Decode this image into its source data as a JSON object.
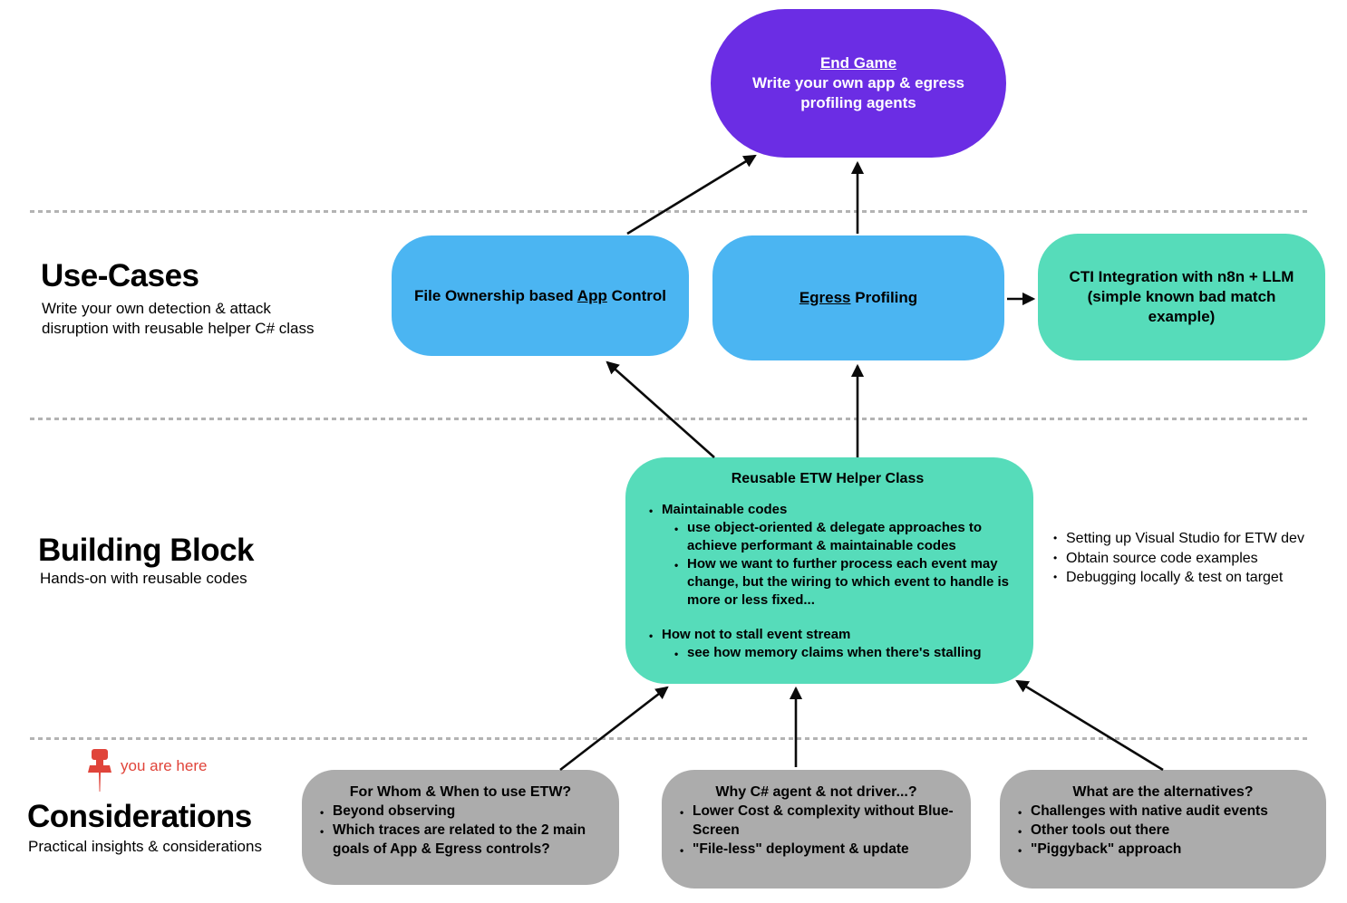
{
  "colors": {
    "end_game_purple": "#6B2DE4",
    "use_case_blue": "#4BB5F2",
    "teal": "#56DCBA",
    "gray": "#ACACAC",
    "here_red": "#E0443A"
  },
  "end_game": {
    "title": "End Game",
    "line1": "Write your own app & egress",
    "line2": "profiling agents"
  },
  "use_cases": {
    "heading": "Use-Cases",
    "subtitle_line1": "Write your own detection & attack",
    "subtitle_line2": "disruption with reusable helper C# class",
    "file_ownership": {
      "pre": "File Ownership based ",
      "underlined": "App",
      "post": " Control"
    },
    "egress": {
      "underlined": "Egress",
      "post": " Profiling"
    },
    "cti": {
      "line1": "CTI Integration with n8n + LLM",
      "line2": "(simple known bad match example)"
    }
  },
  "building_block": {
    "heading": "Building Block",
    "subtitle": "Hands-on with reusable codes",
    "box": {
      "title": "Reusable ETW Helper Class",
      "groups": [
        {
          "text": "Maintainable codes",
          "children": [
            "use object-oriented & delegate approaches to achieve performant & maintainable codes",
            "How we want to further process each event may change, but the wiring to which event to handle is more or less fixed..."
          ]
        },
        {
          "text": "How not to stall event stream",
          "children": [
            "see how memory claims when there's stalling"
          ]
        }
      ]
    },
    "side_notes": [
      "Setting up Visual Studio for ETW dev",
      "Obtain source code examples",
      "Debugging locally & test on target"
    ]
  },
  "considerations": {
    "heading": "Considerations",
    "subtitle": "Practical insights & considerations",
    "you_are_here": "you are here",
    "boxes": [
      {
        "title": "For Whom & When to use ETW?",
        "bullets": [
          "Beyond observing",
          "Which traces are related to the 2 main goals of App & Egress controls?"
        ]
      },
      {
        "title": "Why C# agent & not driver...?",
        "bullets": [
          "Lower Cost & complexity without Blue-Screen",
          "\"File-less\" deployment & update"
        ]
      },
      {
        "title": "What are the alternatives?",
        "bullets": [
          "Challenges with native audit events",
          "Other tools out there",
          "\"Piggyback\" approach"
        ]
      }
    ]
  }
}
